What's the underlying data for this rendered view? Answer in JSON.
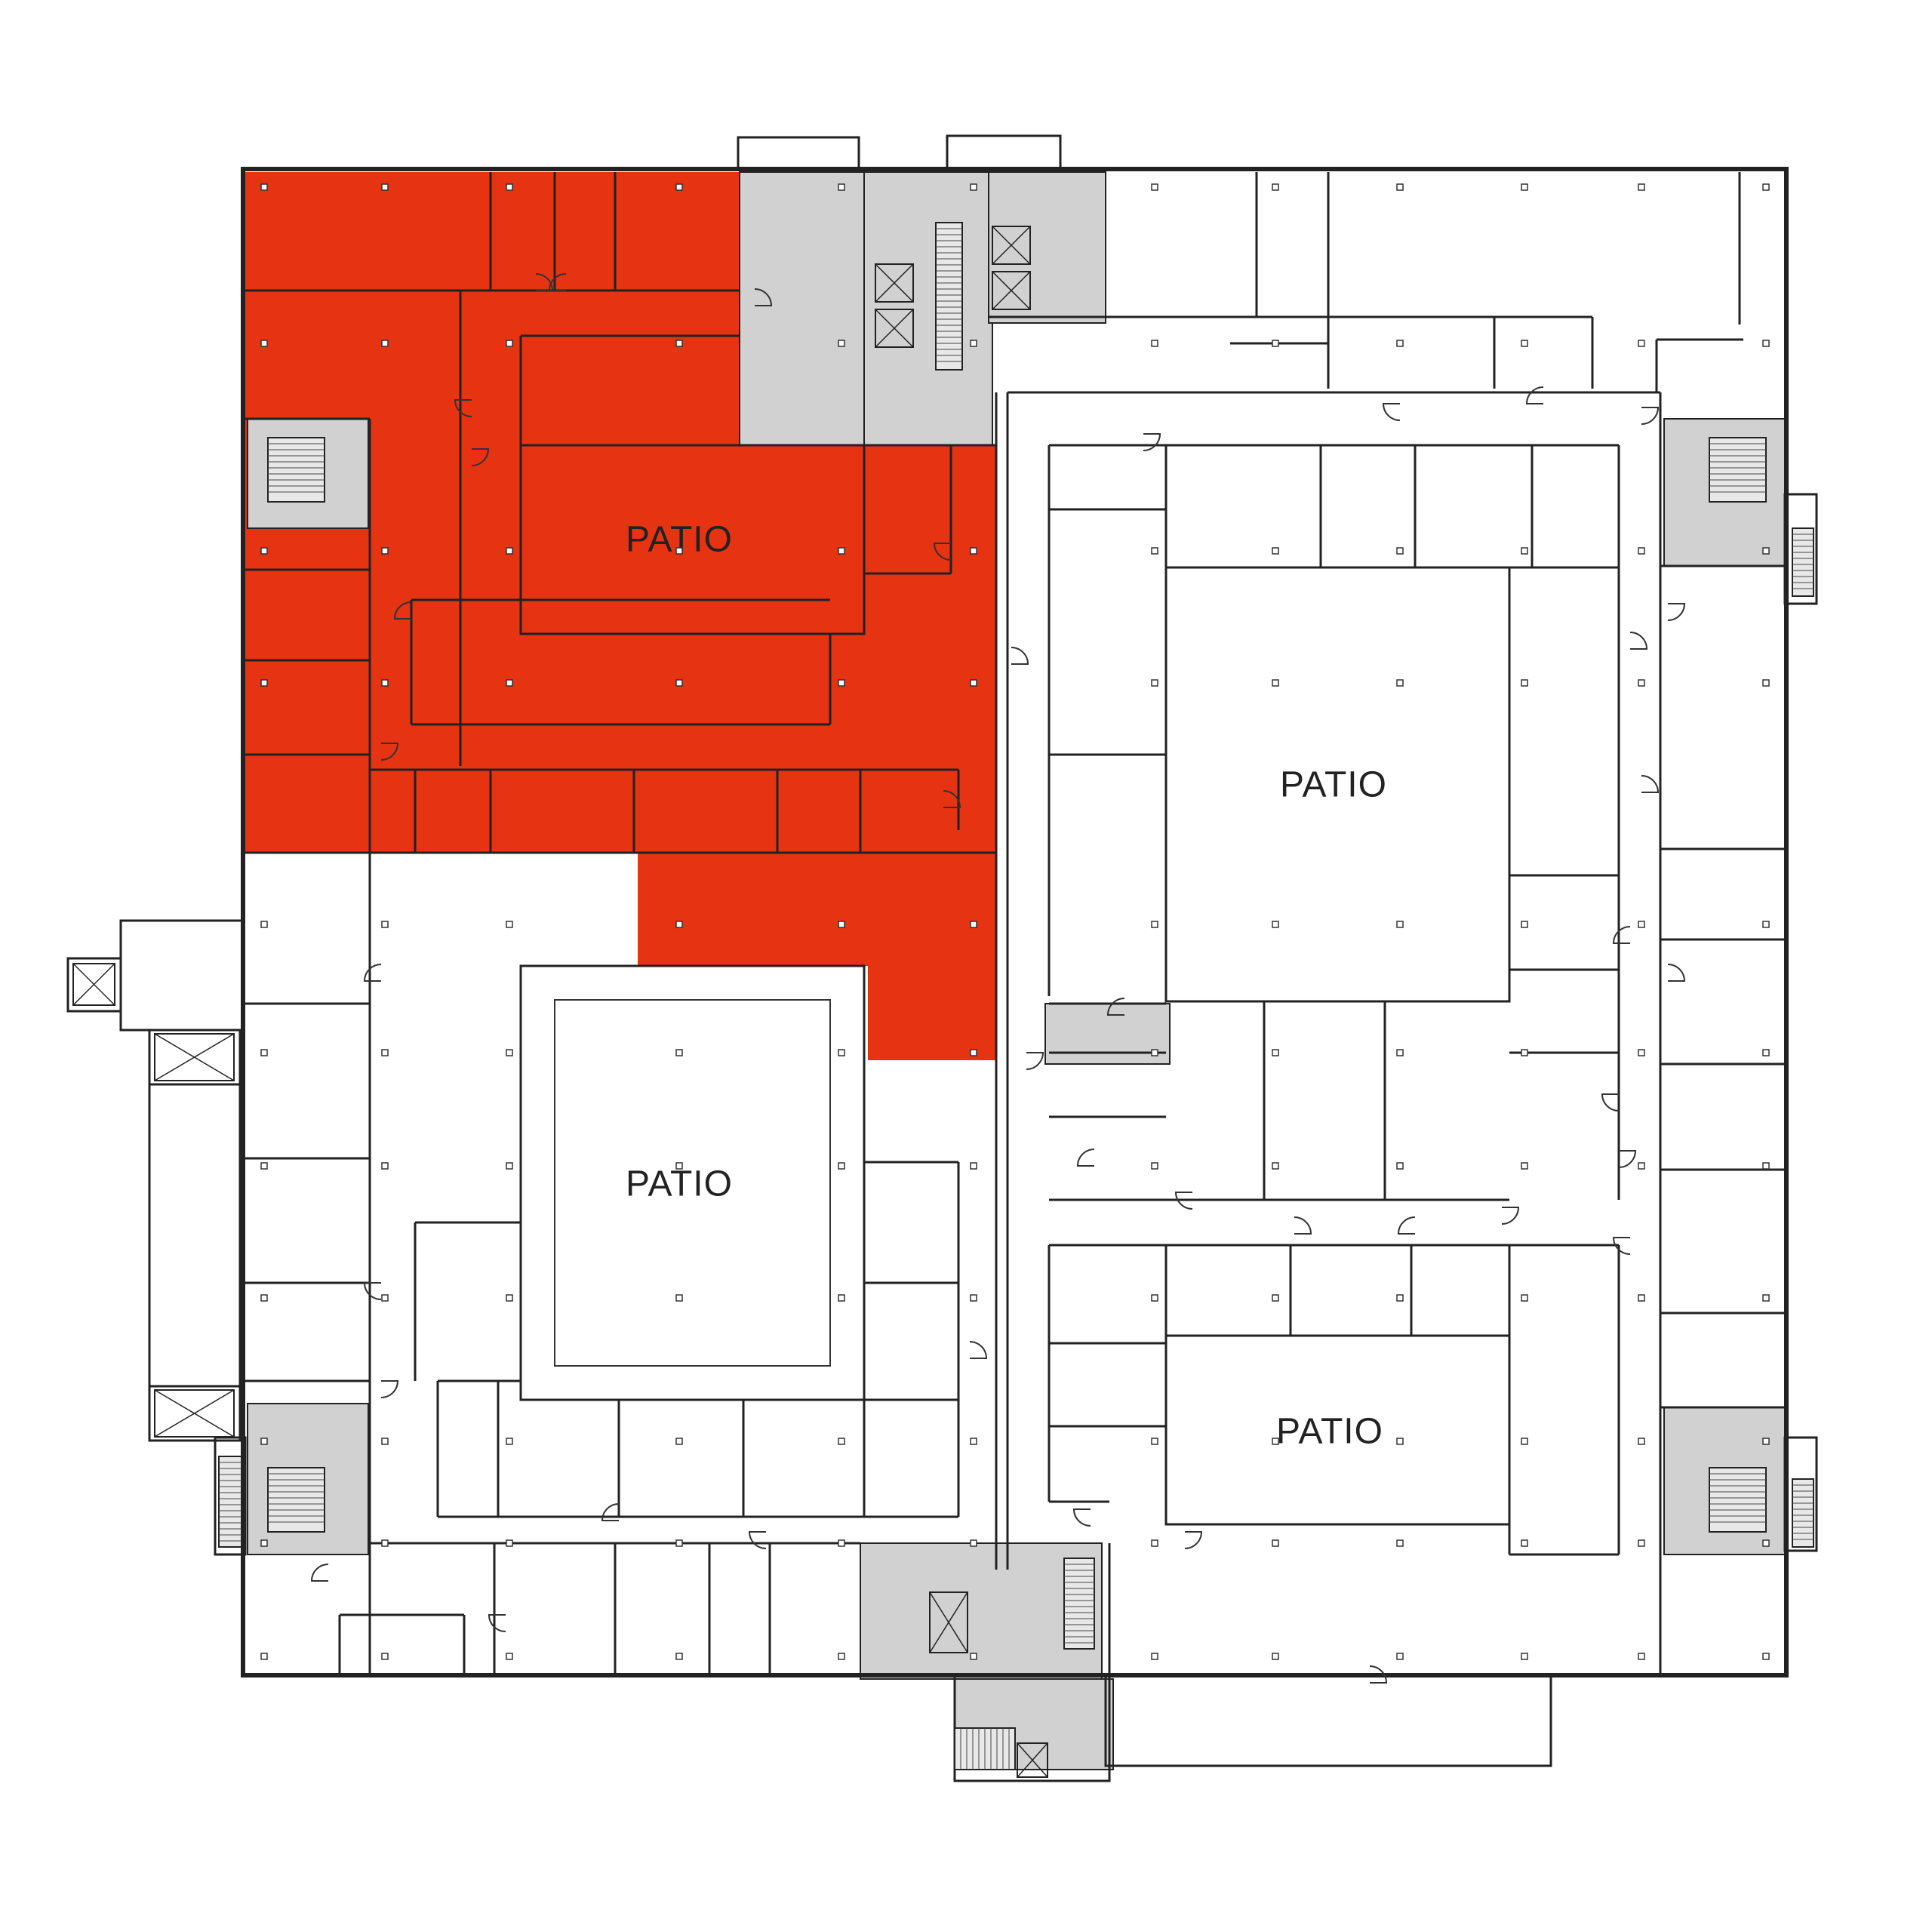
{
  "colors": {
    "background": "#ffffff",
    "highlight": "#e63312",
    "service": "#d1d1d1",
    "line": "#222222"
  },
  "patios": [
    {
      "id": "patio-top-left",
      "label": "PATIO"
    },
    {
      "id": "patio-bottom-left",
      "label": "PATIO"
    },
    {
      "id": "patio-right-large",
      "label": "PATIO"
    },
    {
      "id": "patio-right-small",
      "label": "PATIO"
    }
  ]
}
